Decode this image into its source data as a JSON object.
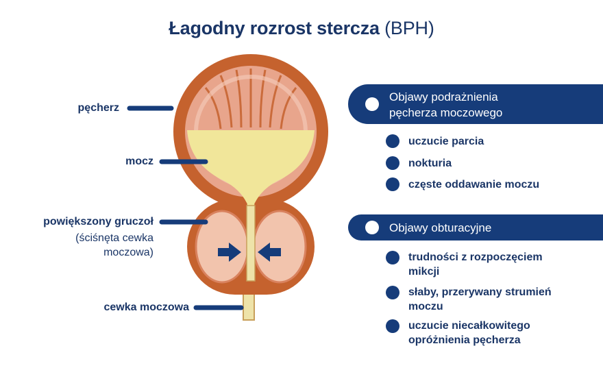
{
  "title": {
    "main": "Łagodny rozrost stercza",
    "sub": "(BPH)"
  },
  "labels": {
    "bladder": "pęcherz",
    "urine": "mocz",
    "gland": "powiększony gruczoł",
    "gland_note_1": "(ściśnęta cewka",
    "gland_note_2": "moczowa)",
    "urethra": "cewka moczowa"
  },
  "sections": [
    {
      "heading_1": "Objawy podrażnienia",
      "heading_2": "pęcherza moczowego",
      "items": [
        "uczucie parcia",
        "nokturia",
        "częste oddawanie moczu"
      ]
    },
    {
      "heading_1": "Objawy obturacyjne",
      "items_1": [
        "trudności z rozpoczęciem",
        "słaby, przerywany strumień",
        "uczucie niecałkowitego"
      ],
      "items_2": [
        "mikcji",
        "moczu",
        "opróżnienia pęcherza"
      ]
    }
  ],
  "colors": {
    "navy": "#163c7a",
    "bladder_wall": "#c5622e",
    "bladder_inner": "#e8a58c",
    "urine": "#f1e69a",
    "gland": "#f2c4ad"
  }
}
